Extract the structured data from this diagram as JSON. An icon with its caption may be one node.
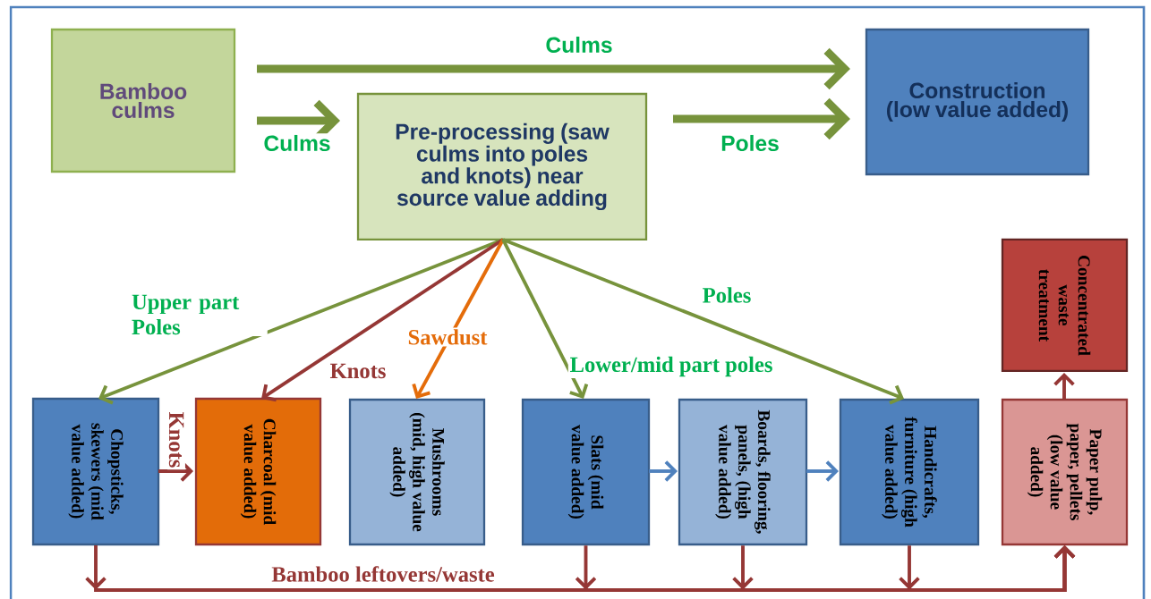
{
  "diagram": {
    "nodes": [
      {
        "text": [
          "Bamboo culms"
        ]
      },
      {
        "text": [
          "Pre-processing (saw culms into poles and knots) near source value adding"
        ]
      },
      {
        "text": [
          "Construction (low value added)"
        ]
      },
      {
        "text": [
          "Chopsticks, skewers (mid value added)"
        ]
      },
      {
        "text": [
          "Charcoal (mid value added)"
        ]
      },
      {
        "text": [
          "Mushrooms (mid, high value added)"
        ]
      },
      {
        "text": [
          "Slats (mid value added)"
        ]
      },
      {
        "text": [
          "Boards, flooring, panels, (high value added)"
        ]
      },
      {
        "text": [
          "Handicrafts, furniture (high value added)"
        ]
      },
      {
        "text": [
          "Concentrated waste treatment"
        ]
      },
      {
        "text": [
          "Paper pulp, paper, pellets (low value added)"
        ]
      }
    ],
    "edges": [
      {
        "from": 0,
        "to": 2,
        "arrow": "to",
        "label": "Culms",
        "style": "thick",
        "color": "#77933c"
      },
      {
        "from": 0,
        "to": 1,
        "arrow": "to",
        "label": "Culms",
        "style": "thick",
        "color": "#77933c"
      },
      {
        "from": 1,
        "to": 2,
        "arrow": "to",
        "label": "Poles",
        "style": "thick",
        "color": "#77933c"
      },
      {
        "from": 1,
        "to": 3,
        "arrow": "to",
        "label": "Upper part Poles",
        "color": "#77933c"
      },
      {
        "from": 1,
        "to": 4,
        "arrow": "to",
        "label": "Knots",
        "color": "#953735"
      },
      {
        "from": 1,
        "to": 5,
        "arrow": "to",
        "label": "Sawdust",
        "color": "#e46c0a"
      },
      {
        "from": 1,
        "to": 6,
        "arrow": "to",
        "label": "Lower/mid part poles",
        "color": "#77933c"
      },
      {
        "from": 1,
        "to": 8,
        "arrow": "to",
        "label": "Poles",
        "color": "#77933c"
      },
      {
        "from": 3,
        "to": 4,
        "arrow": "to",
        "label": "Knots",
        "color": "#953735"
      },
      {
        "from": 6,
        "to": 7,
        "arrow": "to",
        "color": "#4f81bd"
      },
      {
        "from": 7,
        "to": 8,
        "arrow": "to",
        "color": "#4f81bd"
      },
      {
        "from": 10,
        "to": 9,
        "arrow": "to",
        "color": "#953735"
      },
      {
        "from": 3,
        "to": 10,
        "arrow": "to",
        "label": "Bamboo leftovers/waste",
        "color": "#953735"
      },
      {
        "from": 6,
        "to": 10,
        "arrow": "to",
        "color": "#953735"
      },
      {
        "from": 7,
        "to": 10,
        "arrow": "to",
        "color": "#953735"
      },
      {
        "from": 8,
        "to": 10,
        "arrow": "to",
        "color": "#953735"
      }
    ]
  }
}
